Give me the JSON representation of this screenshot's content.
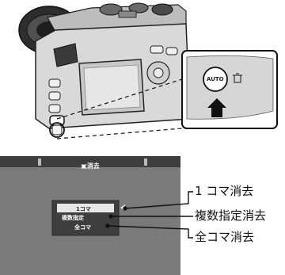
{
  "camera_detail": {
    "auto_button_label": "AUTO",
    "trash_icon": "trash-icon"
  },
  "menu_screen": {
    "title": "消去",
    "title_icon": "play-icon",
    "options": [
      "1コマ",
      "複数指定",
      "全コマ"
    ],
    "selected_index": 0
  },
  "callouts": [
    "1 コマ消去",
    "複数指定消去",
    "全コマ消去"
  ],
  "colors": {
    "screen_bg": "#7a7a7a",
    "menu_header": "#3d3d3d",
    "selected_bg": "#e8e8e8",
    "camera_gray": "#d8d8d8",
    "camera_dark": "#2a2a2a"
  }
}
